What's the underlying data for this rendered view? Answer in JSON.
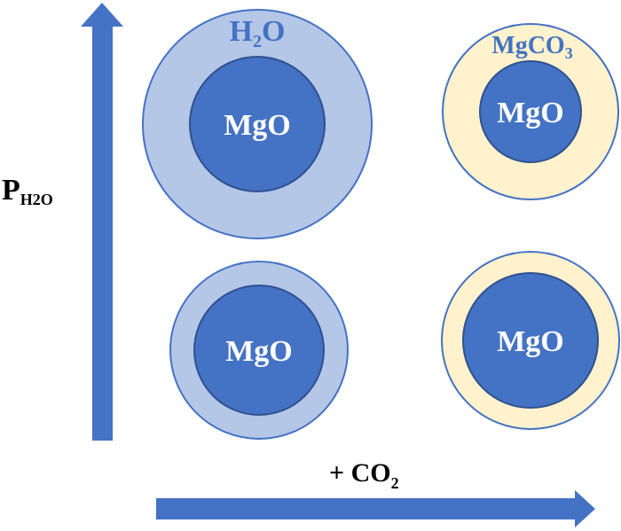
{
  "colors": {
    "core": "#4472c4",
    "core_border": "#2f528f",
    "water_shell": "#b4c7e7",
    "carbonate_shell": "#fff2cc",
    "shell_border": "#4472c4",
    "arrow": "#4472c4",
    "shell_text": "#4472c4",
    "core_text": "#ffffff",
    "axis_text": "#000000"
  },
  "axes": {
    "y": {
      "main": "P",
      "sub": "H2O"
    },
    "x": {
      "main": "+ CO",
      "sub": "2"
    }
  },
  "particles": {
    "top_left": {
      "core_label": "MgO",
      "shell": "water",
      "shell_label": {
        "main": "H",
        "sub": "2",
        "tail": "O"
      }
    },
    "top_right": {
      "core_label": "MgO",
      "shell": "carbonate",
      "shell_label": {
        "main": "MgCO",
        "sub": "3",
        "tail": ""
      }
    },
    "bottom_left": {
      "core_label": "MgO",
      "shell": "water"
    },
    "bottom_right": {
      "core_label": "MgO",
      "shell": "carbonate"
    }
  }
}
